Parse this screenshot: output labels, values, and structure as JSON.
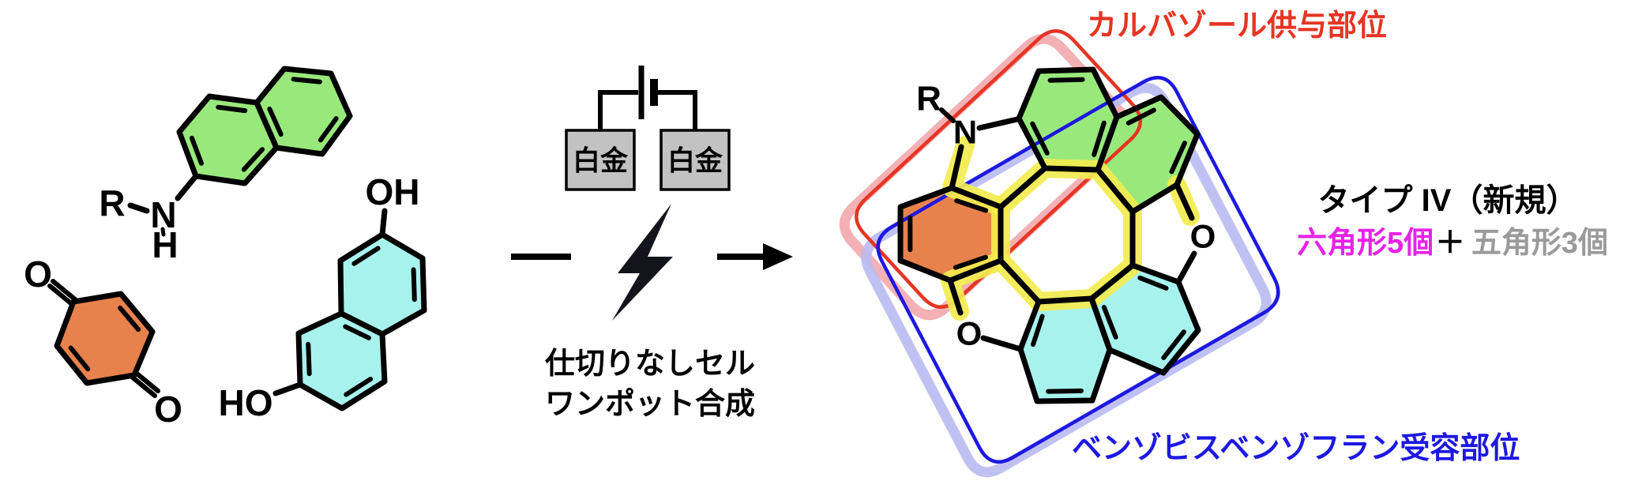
{
  "colors": {
    "green": "#99e87c",
    "cyan": "#a8f2ee",
    "orange": "#e8824d",
    "yellow": "#f2ec4f",
    "red": "#e63423",
    "blue": "#1d18e0",
    "magenta": "#e822e8",
    "gray_text": "#9a9a9a",
    "electrode_fill": "#c2c2c2",
    "pink_shadow": "#f2a9ad",
    "lavender_shadow": "#b9baf2"
  },
  "reactants": {
    "amine": {
      "r": "R",
      "n": "N",
      "h": "H"
    },
    "quinone": {
      "o_top": "O",
      "o_bottom": "O"
    },
    "diol": {
      "oh_top": "OH",
      "ho_bottom": "HO"
    }
  },
  "cell": {
    "electrode_left": "白金",
    "electrode_right": "白金",
    "caption_line1": "仕切りなしセル",
    "caption_line2": "ワンポット合成"
  },
  "product": {
    "r": "R",
    "n": "N",
    "o_right": "O",
    "o_left": "O",
    "donor_label": "カルバゾール供与部位",
    "acceptor_label": "ベンゾビスベンゾフラン受容部位",
    "type_line": "タイプ IV（新規）",
    "count_hex": "六角形5個",
    "count_plus": "＋",
    "count_pent": "五角形3個"
  }
}
